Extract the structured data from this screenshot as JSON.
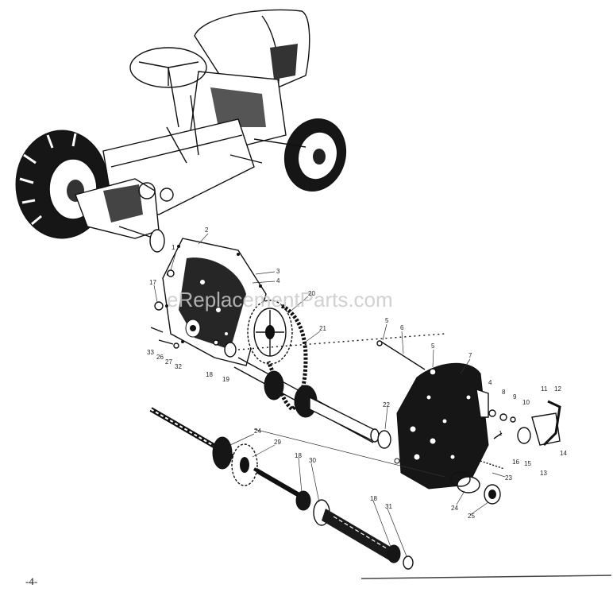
{
  "watermark": "eReplacementParts.com",
  "page_number": "-4-",
  "callouts": [
    {
      "id": "c-2",
      "text": "2"
    },
    {
      "id": "c-1a",
      "text": "1"
    },
    {
      "id": "c-3",
      "text": "3"
    },
    {
      "id": "c-4",
      "text": "4"
    },
    {
      "id": "c-17",
      "text": "17"
    },
    {
      "id": "c-20",
      "text": "20"
    },
    {
      "id": "c-21",
      "text": "21"
    },
    {
      "id": "c-33",
      "text": "33"
    },
    {
      "id": "c-26",
      "text": "26"
    },
    {
      "id": "c-27",
      "text": "27"
    },
    {
      "id": "c-32",
      "text": "32"
    },
    {
      "id": "c-18a",
      "text": "18"
    },
    {
      "id": "c-19",
      "text": "19"
    },
    {
      "id": "c-5a",
      "text": "5"
    },
    {
      "id": "c-6",
      "text": "6"
    },
    {
      "id": "c-5b",
      "text": "5"
    },
    {
      "id": "c-7",
      "text": "7"
    },
    {
      "id": "c-4b",
      "text": "4"
    },
    {
      "id": "c-8",
      "text": "8"
    },
    {
      "id": "c-9",
      "text": "9"
    },
    {
      "id": "c-10",
      "text": "10"
    },
    {
      "id": "c-11",
      "text": "11"
    },
    {
      "id": "c-12",
      "text": "12"
    },
    {
      "id": "c-1b",
      "text": "1"
    },
    {
      "id": "c-14",
      "text": "14"
    },
    {
      "id": "c-15",
      "text": "15"
    },
    {
      "id": "c-16",
      "text": "16"
    },
    {
      "id": "c-13",
      "text": "13"
    },
    {
      "id": "c-22",
      "text": "22"
    },
    {
      "id": "c-23",
      "text": "23"
    },
    {
      "id": "c-24a",
      "text": "24"
    },
    {
      "id": "c-29",
      "text": "29"
    },
    {
      "id": "c-18b",
      "text": "18"
    },
    {
      "id": "c-30",
      "text": "30"
    },
    {
      "id": "c-24b",
      "text": "24"
    },
    {
      "id": "c-25",
      "text": "25"
    },
    {
      "id": "c-18c",
      "text": "18"
    },
    {
      "id": "c-31",
      "text": "31"
    }
  ]
}
